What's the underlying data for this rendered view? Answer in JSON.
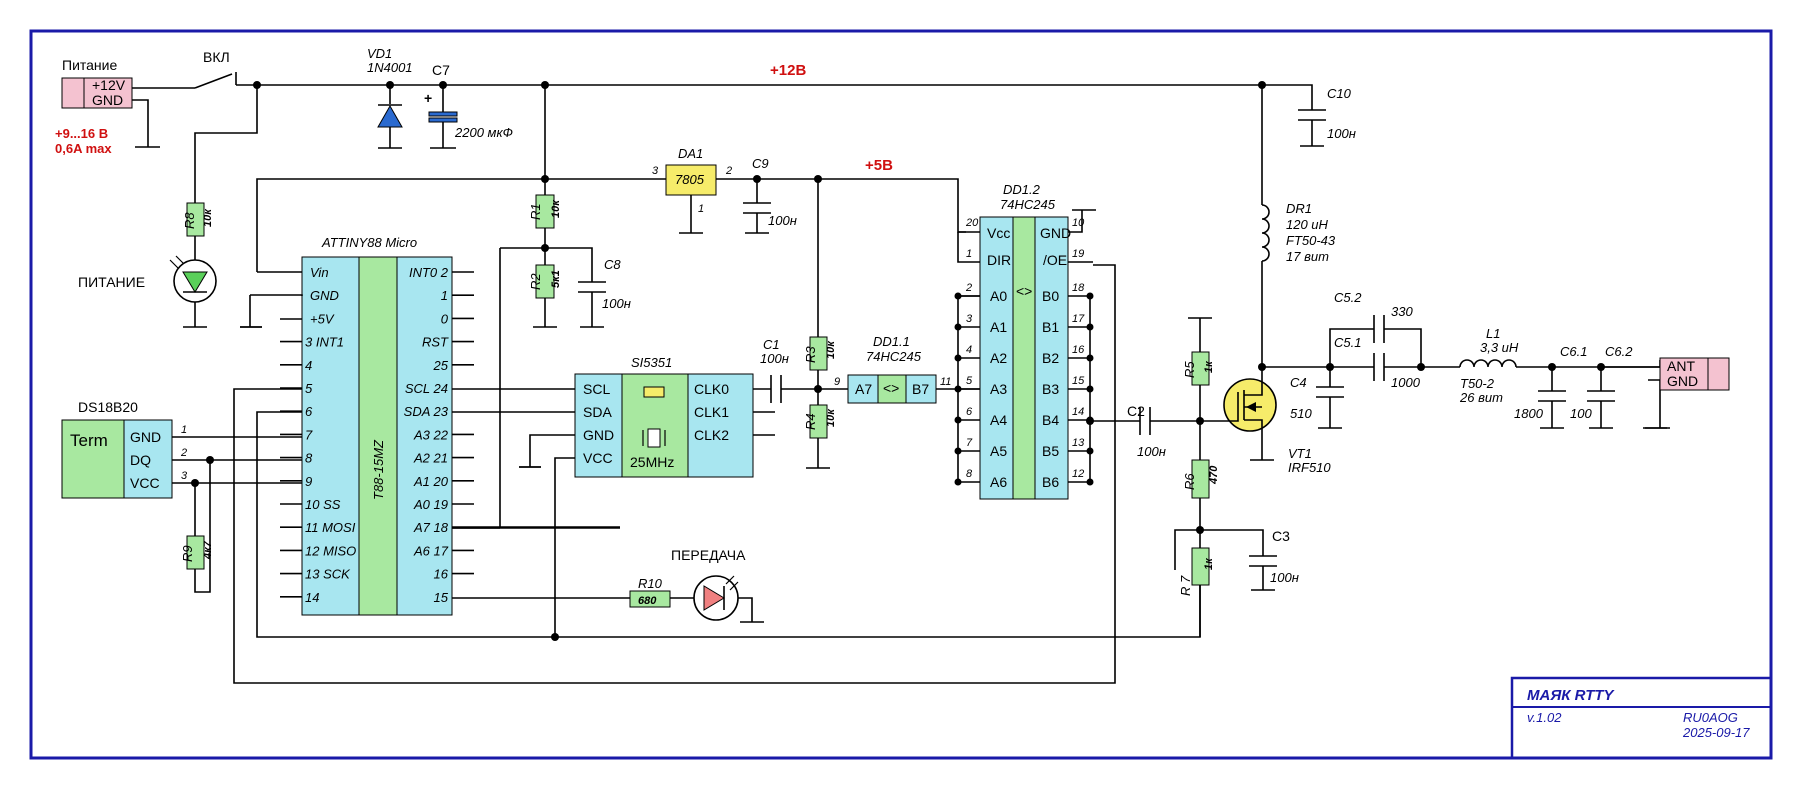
{
  "title_block": {
    "title": "МАЯК RTTY",
    "version": "v.1.02",
    "author": "RU0AOG",
    "date": "2025-09-17"
  },
  "colors": {
    "frame": "#1a1aa8",
    "ic": "#a8e6f0",
    "res": "#a8e8a0",
    "conn": "#f4c2d0",
    "reg": "#f6ec6a",
    "accent": "#d01010"
  },
  "power": {
    "connector_label": "Питание",
    "pin1": "+12V",
    "pin2": "GND",
    "range": "+9...16 В",
    "current": "0,6A max",
    "switch": "ВКЛ",
    "rail12": "+12В",
    "rail5": "+5В",
    "led_label": "ПИТАНИЕ"
  },
  "parts": {
    "vd1": {
      "ref": "VD1",
      "value": "1N4001"
    },
    "c7": {
      "ref": "C7",
      "value": "2200 мкФ"
    },
    "c10": {
      "ref": "C10",
      "value": "100н"
    },
    "da1": {
      "ref": "DA1",
      "value": "7805",
      "p1": "1",
      "p2": "2",
      "p3": "3"
    },
    "c9": {
      "ref": "C9",
      "value": "100н"
    },
    "r1": {
      "ref": "R1",
      "value": "10к"
    },
    "r2": {
      "ref": "R2",
      "value": "5к1"
    },
    "c8": {
      "ref": "C8",
      "value": "100н"
    },
    "r8": {
      "ref": "R8",
      "value": "10к"
    },
    "r3": {
      "ref": "R3",
      "value": "10к"
    },
    "r4": {
      "ref": "R4",
      "value": "10к"
    },
    "c1": {
      "ref": "C1",
      "value": "100н"
    },
    "r9": {
      "ref": "R9",
      "value": "4к7"
    },
    "r10": {
      "ref": "R10",
      "value": "680"
    },
    "tx_led": "ПЕРЕДАЧА",
    "dr1": {
      "ref": "DR1",
      "l1": "120 uH",
      "l2": "FT50-43",
      "l3": "17 вит"
    },
    "r5": {
      "ref": "R5",
      "value": "1к"
    },
    "r6": {
      "ref": "R6",
      "value": "470"
    },
    "r7": {
      "ref": "R 7",
      "value": "1к"
    },
    "c2": {
      "ref": "C2",
      "value": "100н"
    },
    "c3": {
      "ref": "C3",
      "value": "100н"
    },
    "vt1": {
      "ref": "VT1",
      "value": "IRF510"
    },
    "c4": {
      "ref": "C4",
      "value": "510"
    },
    "c52": {
      "ref": "C5.2",
      "value": "330"
    },
    "c51": {
      "ref": "C5.1",
      "value": "1000"
    },
    "l1": {
      "ref": "L1",
      "value": "3,3 uH",
      "core": "T50-2",
      "turns": "26 вит"
    },
    "c61": {
      "ref": "C6.1",
      "value": "1800"
    },
    "c62": {
      "ref": "C6.2",
      "value": "100"
    },
    "ant": {
      "p1": "ANT",
      "p2": "GND"
    }
  },
  "attiny": {
    "title": "ATTINY88 Micro",
    "chip": "T88-15MZ",
    "left": [
      "Vin",
      "GND",
      "+5V",
      "3 INT1",
      "4",
      "5",
      "6",
      "7",
      "8",
      "9",
      "10 SS",
      "11 MOSI",
      "12 MISO",
      "13 SCK",
      "14"
    ],
    "right": [
      "INT0 2",
      "1",
      "0",
      "RST",
      "25",
      "SCL 24",
      "SDA 23",
      "A3 22",
      "A2 21",
      "A1 20",
      "A0 19",
      "A7 18",
      "A6 17",
      "16",
      "15"
    ]
  },
  "ds18b20": {
    "title": "DS18B20",
    "body": "Term",
    "pins": [
      "GND",
      "DQ",
      "VCC"
    ],
    "nums": [
      "1",
      "2",
      "3"
    ]
  },
  "si5351": {
    "title": "SI5351",
    "left": [
      "SCL",
      "SDA",
      "GND",
      "VCC"
    ],
    "right": [
      "CLK0",
      "CLK1",
      "CLK2"
    ],
    "xtal": "25MHz"
  },
  "dd11": {
    "title": "DD1.1",
    "sub": "74HC245",
    "a": "A7",
    "b": "B7",
    "mid": "<>",
    "pin_in": "9",
    "pin_out": "11"
  },
  "dd12": {
    "title": "DD1.2",
    "sub": "74HC245",
    "vcc": "Vcc",
    "gnd": "GND",
    "dir": "DIR",
    "oe": "/OE",
    "mid": "<>",
    "a": [
      "A0",
      "A1",
      "A2",
      "A3",
      "A4",
      "A5",
      "A6"
    ],
    "b": [
      "B0",
      "B1",
      "B2",
      "B3",
      "B4",
      "B5",
      "B6"
    ],
    "lpins": [
      "20",
      "1",
      "2",
      "3",
      "4",
      "5",
      "6",
      "7",
      "8"
    ],
    "rpins": [
      "10",
      "19",
      "18",
      "17",
      "16",
      "15",
      "14",
      "13",
      "12"
    ]
  }
}
